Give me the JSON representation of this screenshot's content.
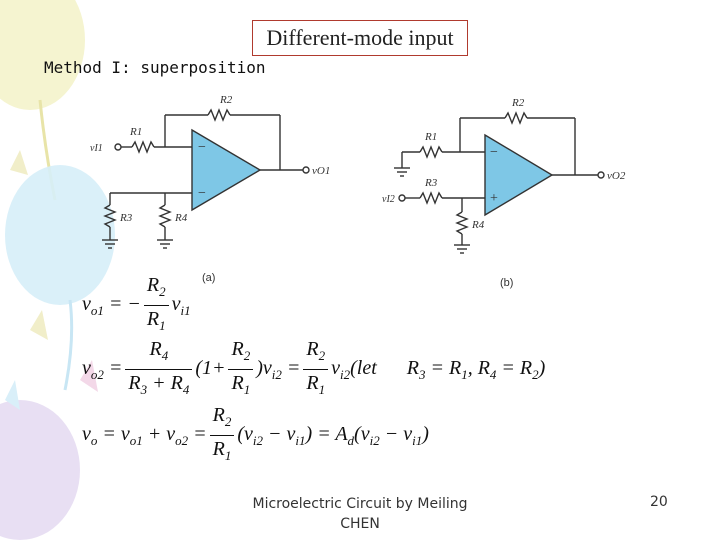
{
  "slide": {
    "title": "Different-mode input",
    "subtitle": "Method I: superposition",
    "footer": "Microelectric Circuit by Meiling CHEN",
    "page_number": "20"
  },
  "circuit_a": {
    "caption": "(a)",
    "r1": "R1",
    "r2": "R2",
    "r3": "R3",
    "r4": "R4",
    "vin": "vI1",
    "vout": "vO1"
  },
  "circuit_b": {
    "caption": "(b)",
    "r1": "R1",
    "r2": "R2",
    "r3": "R3",
    "r4": "R4",
    "vin": "vI2",
    "vout": "vO2"
  },
  "equations": {
    "eq1": "vo1 = −(R2/R1) vi1",
    "eq2": "vo2 = R4/(R3+R4) (1+R2/R1) vi2 = (R2/R1) vi2 (let R3 = R1, R4 = R2)",
    "eq3": "vo = vo1 + vo2 = (R2/R1)(vi2 − vi1) = Ad (vi2 − vi1)"
  },
  "colors": {
    "opamp_fill": "#7ec7e6",
    "title_border": "#b03a2e"
  }
}
